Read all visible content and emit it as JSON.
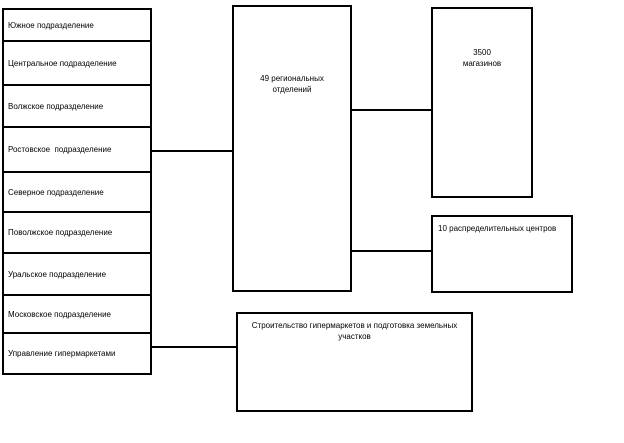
{
  "diagram": {
    "divisions": [
      {
        "label": "Южное подразделение"
      },
      {
        "label": "Центральное подразделение"
      },
      {
        "label": "Волжское подразделение"
      },
      {
        "label": "Ростовское  подразделение"
      },
      {
        "label": "Северное подразделение"
      },
      {
        "label": "Поволжское подразделение"
      },
      {
        "label": "Уральское подразделение"
      },
      {
        "label": "Московское подразделение"
      },
      {
        "label": "Управление гипермаркетами"
      }
    ],
    "regional_offices_box": {
      "line1": "49 региональных",
      "line2": "отделений"
    },
    "stores_box": {
      "line1": "3500",
      "line2": "магазинов"
    },
    "distribution_centers_box": {
      "label": "10 распределительных центров"
    },
    "construction_box": {
      "label": "Строительство гипермаркетов и подготовка земельных участков"
    }
  },
  "colors": {
    "background": "#ffffff",
    "border": "#000000",
    "text": "#000000"
  }
}
